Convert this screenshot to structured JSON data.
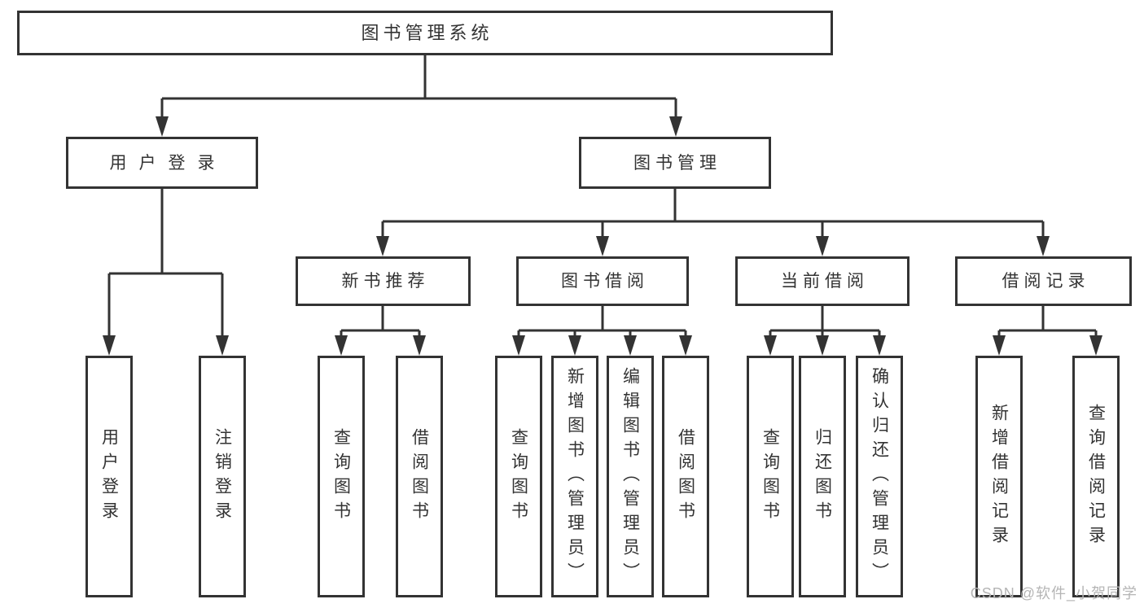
{
  "diagram_type": "hierarchy-tree",
  "nodes": {
    "root": "图书管理系统",
    "user_login": "用户登录",
    "book_management": "图书管理",
    "new_book_recommend": "新书推荐",
    "book_borrowing": "图书借阅",
    "current_borrowing": "当前借阅",
    "borrowing_records": "借阅记录",
    "leaf_user_login": "用户登录",
    "leaf_logout": "注销登录",
    "leaf_query_books_1": "查询图书",
    "leaf_borrow_books_1": "借阅图书",
    "leaf_query_books_2": "查询图书",
    "leaf_add_books_admin": "新增图书（管理员）",
    "leaf_edit_books_admin": "编辑图书（管理员）",
    "leaf_borrow_books_2": "借阅图书",
    "leaf_query_books_3": "查询图书",
    "leaf_return_books": "归还图书",
    "leaf_confirm_return_admin": "确认归还（管理员）",
    "leaf_add_borrow_record": "新增借阅记录",
    "leaf_query_borrow_record": "查询借阅记录"
  },
  "hierarchy": {
    "图书管理系统": {
      "用户登录": [
        "用户登录",
        "注销登录"
      ],
      "图书管理": {
        "新书推荐": [
          "查询图书",
          "借阅图书"
        ],
        "图书借阅": [
          "查询图书",
          "新增图书（管理员）",
          "编辑图书（管理员）",
          "借阅图书"
        ],
        "当前借阅": [
          "查询图书",
          "归还图书",
          "确认归还（管理员）"
        ],
        "借阅记录": [
          "新增借阅记录",
          "查询借阅记录"
        ]
      }
    }
  },
  "watermark": "CSDN @软件_小贺同学",
  "colors": {
    "line": "#333333",
    "text": "#333333",
    "watermark": "#b5b5b5",
    "background": "#ffffff"
  }
}
